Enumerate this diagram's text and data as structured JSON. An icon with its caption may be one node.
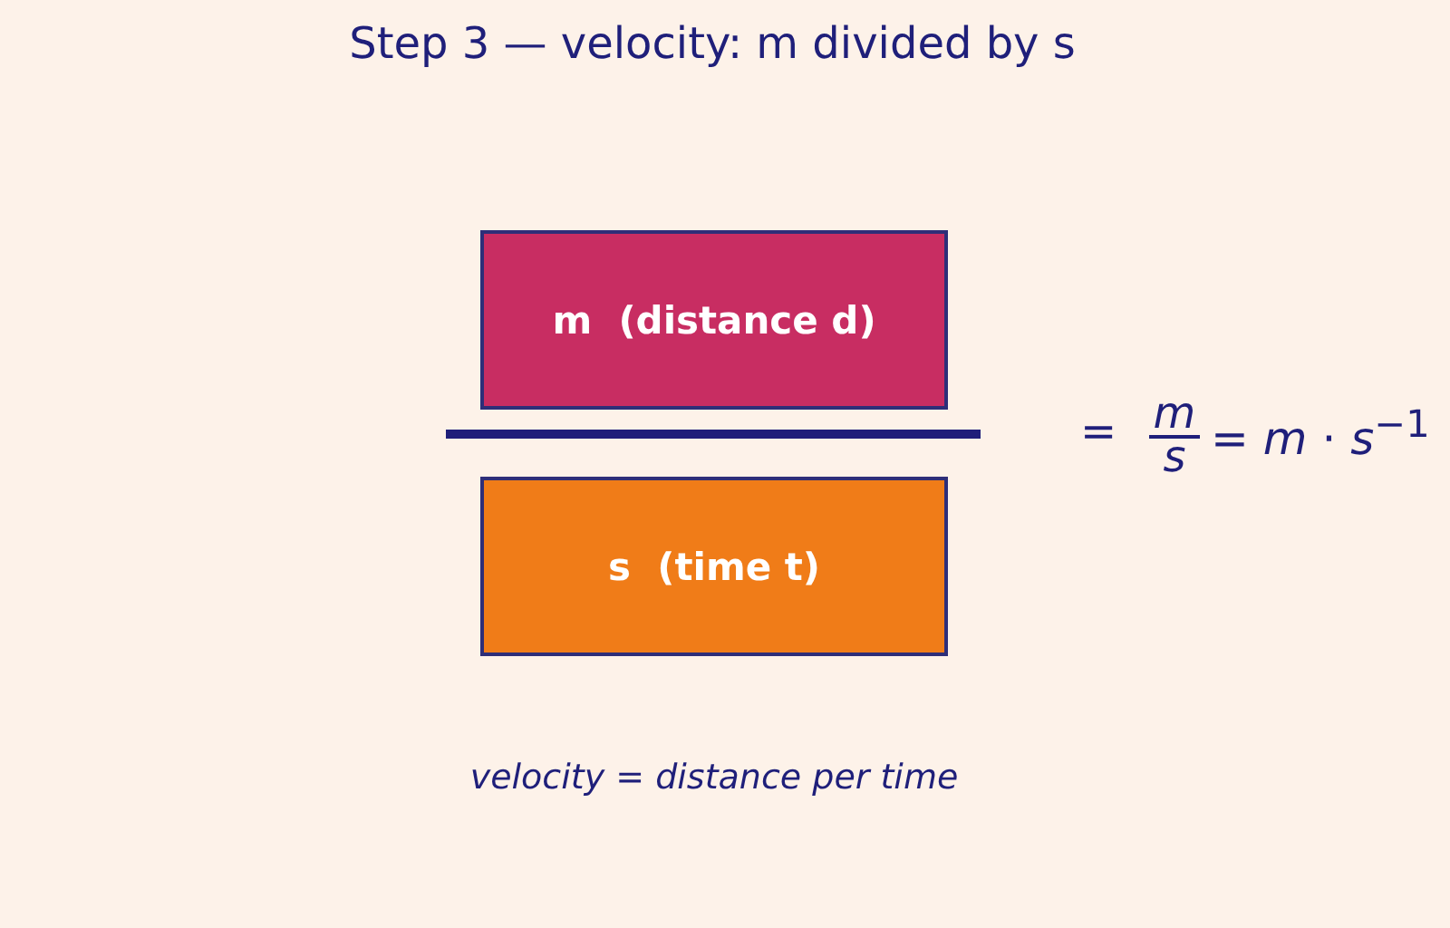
{
  "diagram": {
    "title": "Step 3 — velocity: m divided by s",
    "nodes": [
      {
        "text": [
          "m  (distance d)"
        ]
      },
      {
        "text": [
          "s  (time t)"
        ]
      }
    ],
    "labels": [
      "=",
      "m",
      "s",
      "= *m* · *s*$^{−1}$"
    ],
    "caption": "velocity = distance per time"
  }
}
